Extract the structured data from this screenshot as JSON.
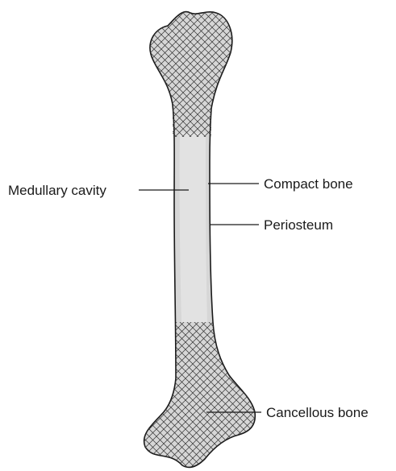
{
  "labels": {
    "medullary_cavity": "Medullary cavity",
    "compact_bone": "Compact bone",
    "periosteum": "Periosteum",
    "cancellous_bone": "Cancellous bone"
  },
  "colors": {
    "bone_fill": "#d6d6d6",
    "bone_outline": "#1a1a1a",
    "cavity_fill": "#e2e2e2",
    "hatch": "#333333",
    "text": "#1a1a1a"
  }
}
